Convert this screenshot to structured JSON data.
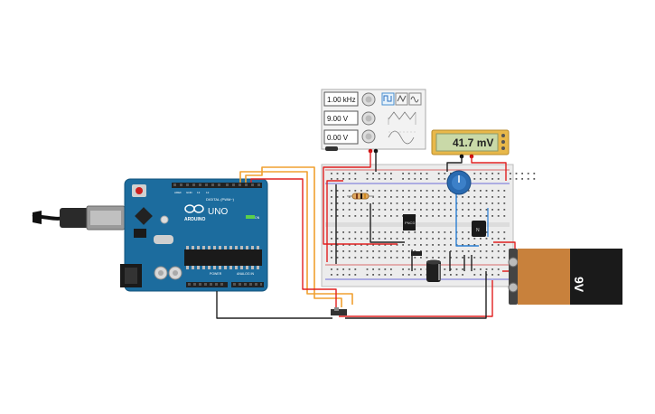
{
  "function_generator": {
    "frequency": "1.00 kHz",
    "amplitude": "9.00 V",
    "dc_offset": "0.00 V",
    "waveforms": [
      "square-wave-icon",
      "triangle-wave-icon",
      "sine-wave-icon"
    ],
    "selected_waveform": "square-wave-icon"
  },
  "multimeter": {
    "reading": "41.7 mV"
  },
  "arduino": {
    "logo": "UNO",
    "brand": "ARDUINO",
    "digital_label": "DIGITAL (PWM~)",
    "power_label": "POWER",
    "analog_label": "ANALOG IN",
    "on_label": "ON"
  },
  "components": {
    "ic_chip_label": "PNCD",
    "transistor_label": "N",
    "battery_label": "9V"
  },
  "colors": {
    "arduino_blue": "#1c6c9e",
    "wire_orange": "#f0a030",
    "wire_red": "#e02020",
    "wire_black": "#202020",
    "wire_blue": "#2a7fd4",
    "battery_orange": "#c8813c",
    "battery_black": "#1a1a1a",
    "lcd_green": "#c9d9a8"
  }
}
